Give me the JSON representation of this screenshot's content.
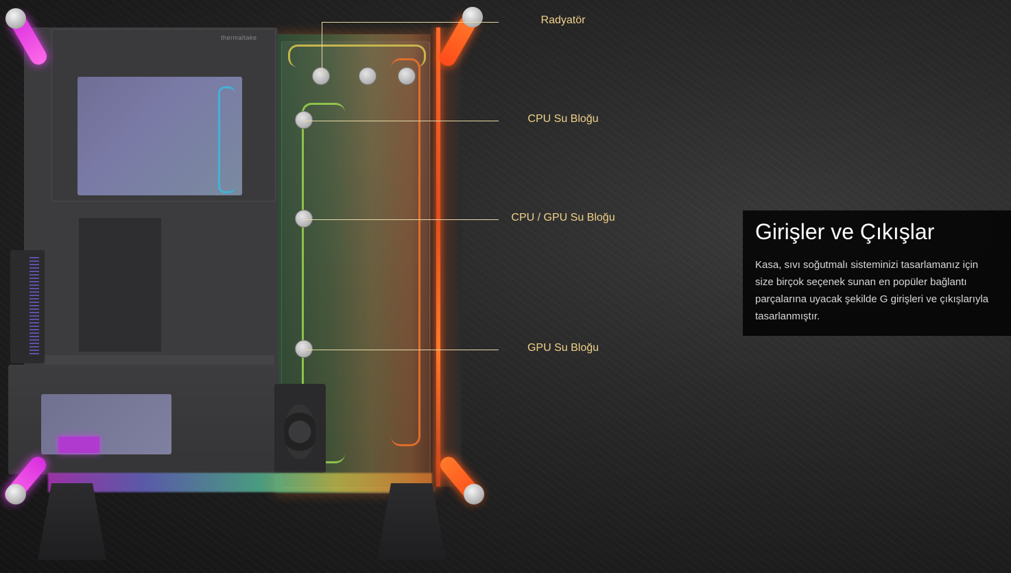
{
  "product": {
    "brand_mark": "thermaltake"
  },
  "callouts": [
    {
      "label": "Radyatör"
    },
    {
      "label": "CPU Su Bloğu"
    },
    {
      "label": "CPU / GPU Su Bloğu"
    },
    {
      "label": "GPU Su Bloğu"
    }
  ],
  "info": {
    "title": "Girişler ve Çıkışlar",
    "text": "Kasa, sıvı soğutmalı sisteminizi tasarlamanız için size birçok seçenek sunan en popüler bağlantı parçalarına uyacak şekilde G girişleri ve çıkışlarıyla tasarlanmıştır."
  },
  "colors": {
    "callout_text": "#f1d28a",
    "callout_line": "#e8d9a8",
    "background": "#1d1d1d",
    "info_box": "#000000"
  }
}
